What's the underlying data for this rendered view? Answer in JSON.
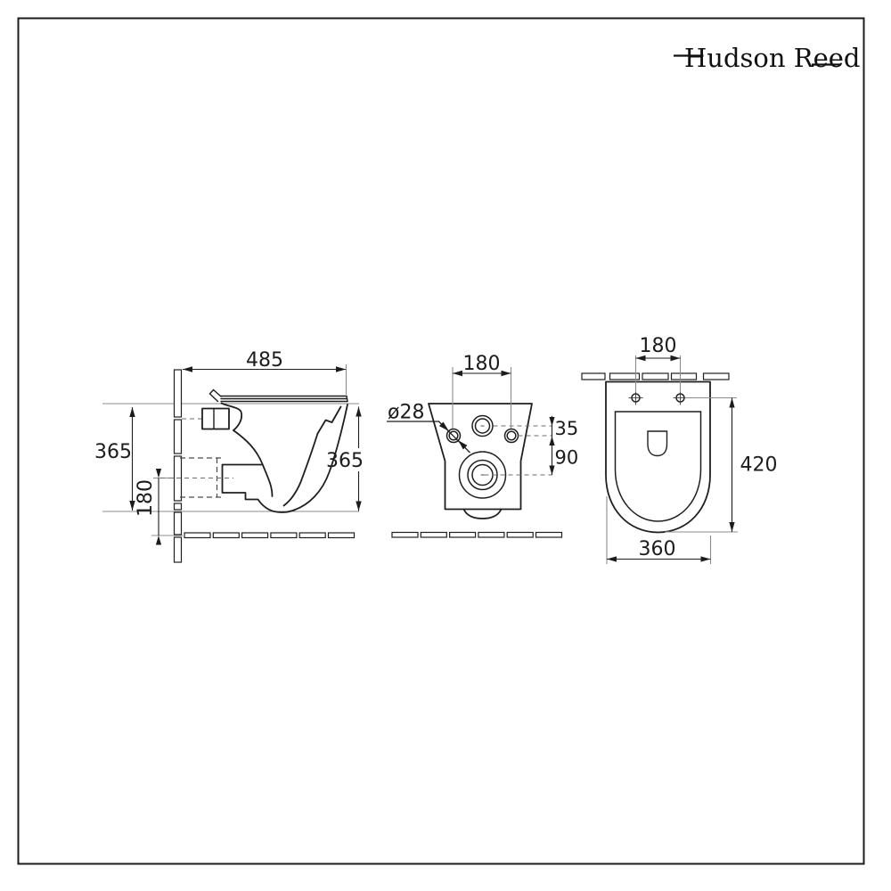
{
  "brand": {
    "name": "Hudson Reed"
  },
  "colors": {
    "ink": "#1c1c1c",
    "extension_line": "#8c8c8c",
    "background": "#ffffff"
  },
  "side_view": {
    "dim_depth_overall": "485",
    "dim_height_left": "365",
    "dim_height_right": "365",
    "dim_outlet_height": "180"
  },
  "rear_view": {
    "dim_fixing_centres": "180",
    "dim_hole_diameter": "ø28",
    "dim_inlet_to_fixing": "35",
    "dim_fixing_to_outlet": "90"
  },
  "plan_view": {
    "dim_fixing_centres": "180",
    "dim_depth": "420",
    "dim_width": "360"
  }
}
